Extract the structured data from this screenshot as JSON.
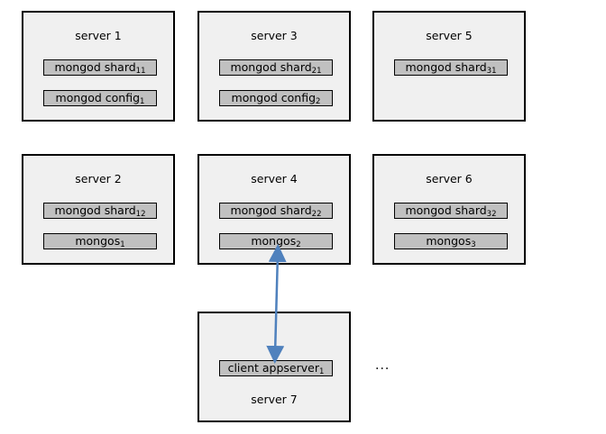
{
  "servers": [
    {
      "title": "server 1",
      "processes": [
        {
          "label": "mongod shard",
          "sub": "11"
        },
        {
          "label": "mongod config",
          "sub": "1"
        }
      ]
    },
    {
      "title": "server 3",
      "processes": [
        {
          "label": "mongod shard",
          "sub": "21"
        },
        {
          "label": "mongod config",
          "sub": "2"
        }
      ]
    },
    {
      "title": "server 5",
      "processes": [
        {
          "label": "mongod shard",
          "sub": "31"
        }
      ]
    },
    {
      "title": "server 2",
      "processes": [
        {
          "label": "mongod shard",
          "sub": "12"
        },
        {
          "label": "mongos",
          "sub": "1"
        }
      ]
    },
    {
      "title": "server 4",
      "processes": [
        {
          "label": "mongod shard",
          "sub": "22"
        },
        {
          "label": "mongos",
          "sub": "2"
        }
      ]
    },
    {
      "title": "server 6",
      "processes": [
        {
          "label": "mongod shard",
          "sub": "32"
        },
        {
          "label": "mongos",
          "sub": "3"
        }
      ]
    },
    {
      "title": "server 7",
      "processes": [
        {
          "label": "client appserver",
          "sub": "1"
        }
      ]
    }
  ],
  "ellipsis": "...",
  "colors": {
    "server_fill": "#f0f0f0",
    "process_fill": "#c0c0c0",
    "arrow": "#4f81bd"
  }
}
